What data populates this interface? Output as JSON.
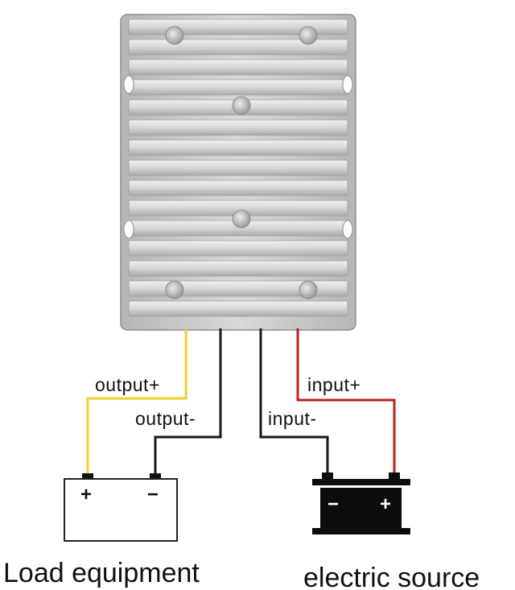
{
  "labels": {
    "output_plus": "output+",
    "output_minus": "output-",
    "input_plus": "input+",
    "input_minus": "input-",
    "load": "Load equipment",
    "source": "electric source"
  },
  "load_terminals": {
    "plus": "+",
    "minus": "−"
  },
  "source_terminals": {
    "minus": "−",
    "plus": "+"
  },
  "colors": {
    "housing": "#c9cacb",
    "fin": "#dcdcdd",
    "yellow_wire": "#f2cf2a",
    "black_wire": "#1a1a1a",
    "red_wire": "#c81e1e",
    "battery": "#0d0d0d"
  },
  "icons": {
    "converter": "heatsink-converter-icon",
    "load": "load-box-icon",
    "source": "battery-icon"
  }
}
